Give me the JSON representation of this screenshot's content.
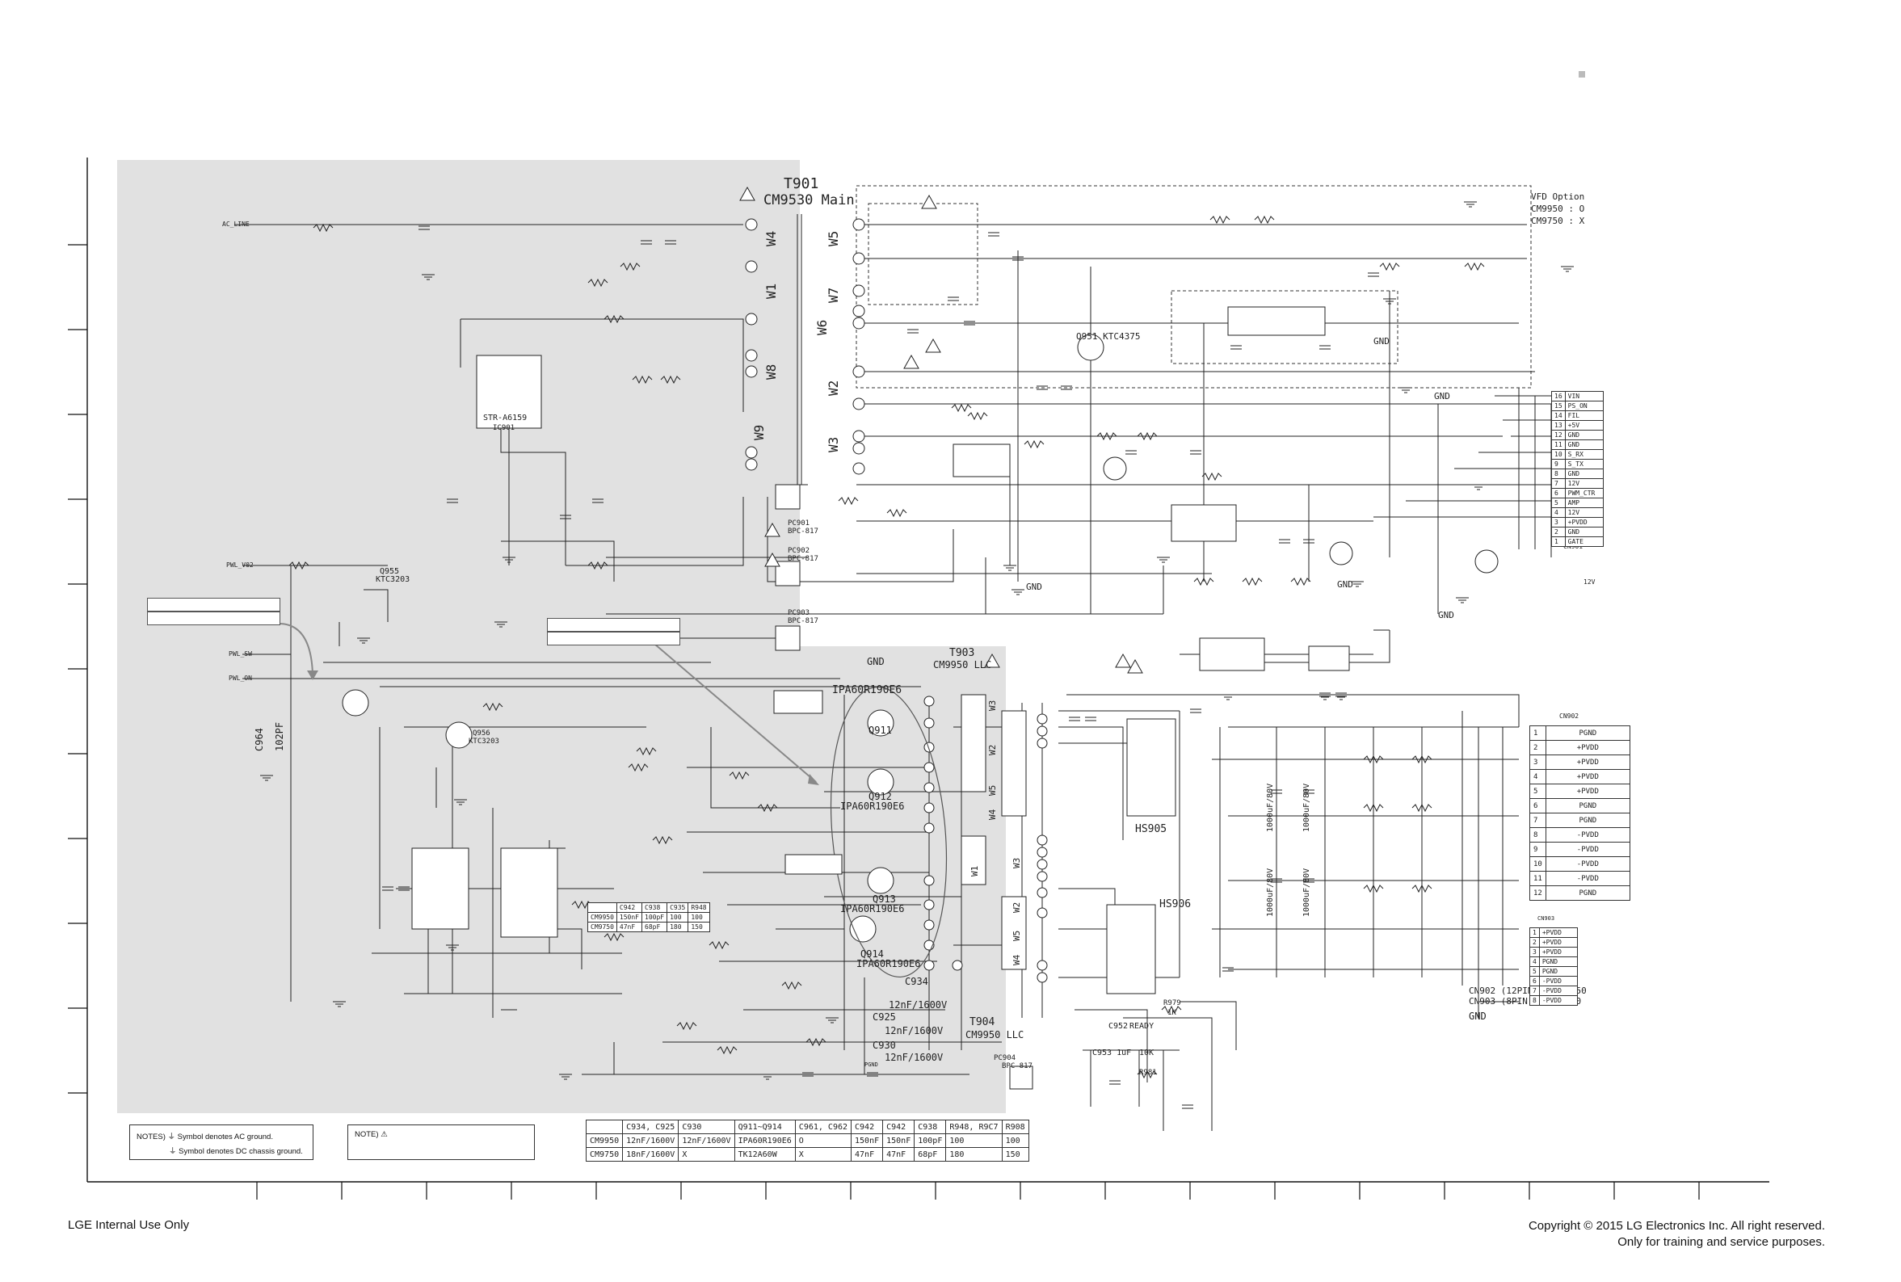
{
  "footer": {
    "left": "LGE Internal Use Only",
    "right_line1": "Copyright © 2015 LG Electronics Inc. All right reserved.",
    "right_line2": "Only for training and service purposes."
  },
  "notes": {
    "ground_ac": "NOTES) ⏚ Symbol denotes AC ground.",
    "ground_dc": "⏚ Symbol denotes DC chassis ground.",
    "warning": "NOTE) ⚠"
  },
  "transformers": {
    "t901": "T901",
    "t901_sub": "CM9530 Main",
    "t903": "T903",
    "t903_sub": "CM9950 LLC",
    "t904": "T904",
    "t904_sub": "CM9950 LLC"
  },
  "vfd_option": {
    "title": "VFD Option",
    "line1": "CM9950 : O",
    "line2": "CM9750 : X"
  },
  "labels": {
    "ic901": "STR-A6159",
    "ic901_ref": "IC901",
    "q951": "Q951 KTC4375",
    "q955": "Q955",
    "q955_part": "KTC3203",
    "q956": "Q956",
    "q956_part": "KTC3203",
    "q911": "Q911",
    "q912": "Q912",
    "q913": "Q913",
    "q914": "Q914",
    "ipa_top": "IPA60R190E6",
    "ipa_912": "IPA60R190E6",
    "ipa_913": "IPA60R190E6",
    "ipa_914": "IPA60R190E6",
    "pc901": "PC901",
    "pc902": "PC902",
    "pc903": "PC903",
    "pc904": "PC904",
    "bpc": "BPC-817",
    "hs905": "HS905",
    "hs906": "HS906",
    "c934": "C934",
    "c925": "C925",
    "c930": "C930",
    "c_val1": "12nF/1600V",
    "c_val2": "12nF/1600V",
    "c_val3": "12nF/1600V",
    "c964": "C964",
    "c964_val": "102PF",
    "c952": "C952",
    "ready": "READY",
    "gnd": "GND",
    "c953": "C953 1uF",
    "r10k": "10K",
    "r981": "R981",
    "r979": "R979",
    "r1k": "1K",
    "cn901": "CN901",
    "cn902": "CN902",
    "cn903": "CN903",
    "cn_note1": "CN902 (12PIN) : CM9950",
    "cn_note2": "CN903 (8PIN) : CM9750",
    "pwm_v02": "PWL_V02",
    "pwm_sw": "PWL_SW",
    "pwm_on": "PWL_ON",
    "ac_line": "AC_LINE",
    "v12": "12V",
    "pgnd": "PGND"
  },
  "windings": [
    "W4",
    "W1",
    "W8",
    "W9",
    "W5",
    "W7",
    "W6",
    "W2",
    "W3"
  ],
  "llc_windings": [
    "W3",
    "W2",
    "W5",
    "W4",
    "W1",
    "W3",
    "W2",
    "W5",
    "W4"
  ],
  "variant_table": {
    "headers": [
      "",
      "C934, C925",
      "C930",
      "Q911~Q914",
      "C961, C962",
      "C942",
      "C942",
      "C938",
      "R948, R9C7",
      "R908"
    ],
    "rows": [
      [
        "CM9950",
        "12nF/1600V",
        "12nF/1600V",
        "IPA60R190E6",
        "O",
        "150nF",
        "150nF",
        "100pF",
        "100",
        "100"
      ],
      [
        "CM9750",
        "18nF/1600V",
        "X",
        "TK12A60W",
        "X",
        "47nF",
        "47nF",
        "68pF",
        "180",
        "150"
      ]
    ]
  },
  "small_table": {
    "headers": [
      "",
      "C942",
      "C938",
      "C935",
      "R948"
    ],
    "rows": [
      [
        "CM9950",
        "150nF",
        "100pF",
        "100",
        "100"
      ],
      [
        "CM9750",
        "47nF",
        "68pF",
        "180",
        "150"
      ]
    ]
  },
  "cn901_pins": [
    [
      "16",
      "VIN"
    ],
    [
      "15",
      "PS_ON"
    ],
    [
      "14",
      "FIL"
    ],
    [
      "13",
      "+5V"
    ],
    [
      "12",
      "GND"
    ],
    [
      "11",
      "GND"
    ],
    [
      "10",
      "S_RX"
    ],
    [
      "9",
      "S_TX"
    ],
    [
      "8",
      "GND"
    ],
    [
      "7",
      "12V"
    ],
    [
      "6",
      "PWM_CTR"
    ],
    [
      "5",
      "AMP"
    ],
    [
      "4",
      "12V"
    ],
    [
      "3",
      "+PVDD"
    ],
    [
      "2",
      "GND"
    ],
    [
      "1",
      "GATE"
    ]
  ],
  "cn902_pins": [
    [
      "1",
      "PGND"
    ],
    [
      "2",
      "+PVDD"
    ],
    [
      "3",
      "+PVDD"
    ],
    [
      "4",
      "+PVDD"
    ],
    [
      "5",
      "+PVDD"
    ],
    [
      "6",
      "PGND"
    ],
    [
      "7",
      "PGND"
    ],
    [
      "8",
      "-PVDD"
    ],
    [
      "9",
      "-PVDD"
    ],
    [
      "10",
      "-PVDD"
    ],
    [
      "11",
      "-PVDD"
    ],
    [
      "12",
      "PGND"
    ]
  ],
  "cn903_pins": [
    [
      "1",
      "+PVDD"
    ],
    [
      "2",
      "+PVDD"
    ],
    [
      "3",
      "+PVDD"
    ],
    [
      "4",
      "PGND"
    ],
    [
      "5",
      "PGND"
    ],
    [
      "6",
      "-PVDD"
    ],
    [
      "7",
      "-PVDD"
    ],
    [
      "8",
      "-PVDD"
    ]
  ],
  "cap_labels": [
    "1000uF/80V",
    "1000uF/80V",
    "1000uF/80V",
    "1000uF/80V"
  ]
}
